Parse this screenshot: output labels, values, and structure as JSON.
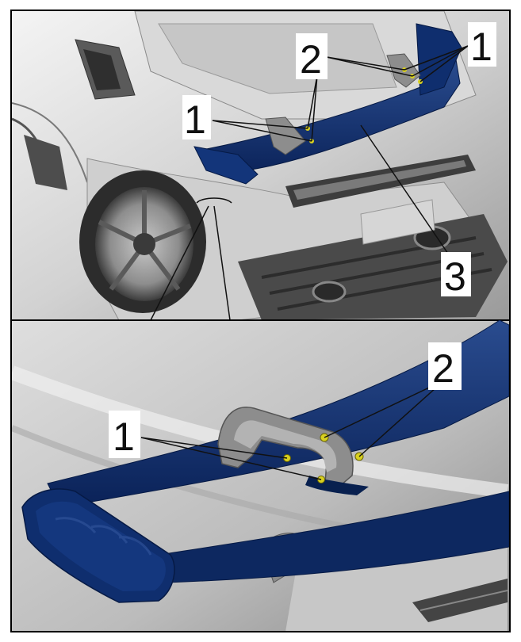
{
  "callouts": {
    "top_one_left": "1",
    "top_one_right": "1",
    "top_two": "2",
    "top_three": "3",
    "bottom_one": "1",
    "bottom_two": "2"
  },
  "colors": {
    "wing": "#0f2e6e",
    "wing_dark": "#091f4f",
    "wing_light": "#2a4c8f",
    "body_light": "#e3e3e3",
    "body_mid": "#bdbdbd",
    "body_dark": "#6d6d6d",
    "fastener": "#d8d020",
    "frame": "#000000"
  }
}
